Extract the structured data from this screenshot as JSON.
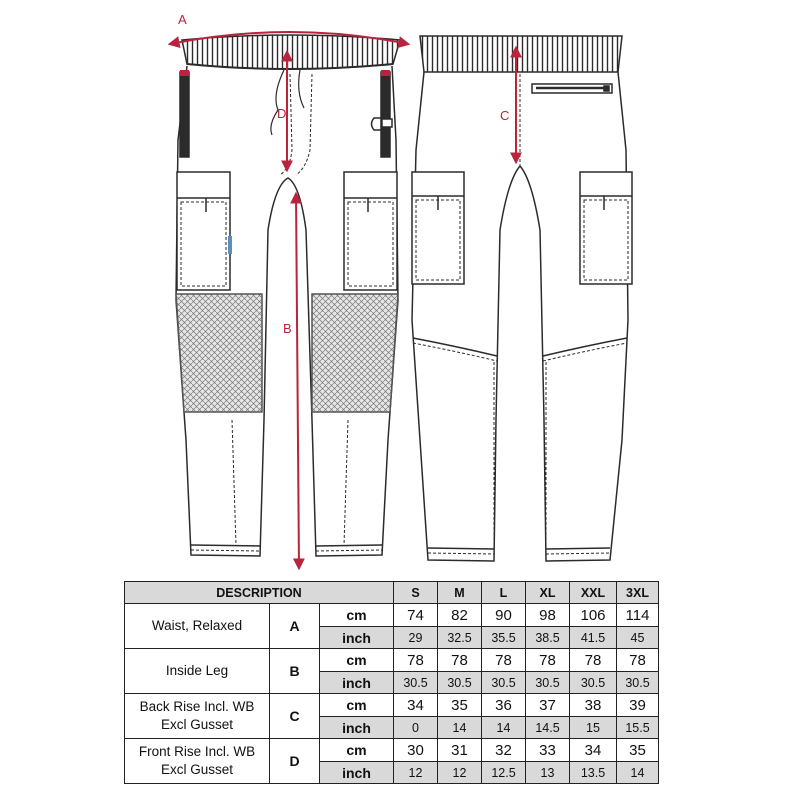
{
  "drawing": {
    "front": {
      "labels": {
        "waist": "A",
        "inside_leg": "B",
        "front_rise": "D"
      }
    },
    "back": {
      "labels": {
        "back_rise": "C"
      }
    },
    "colors": {
      "measure": "#b8243d",
      "outline": "#2b2b2b",
      "panel": "#8c8c8c"
    }
  },
  "table": {
    "header": {
      "description": "DESCRIPTION",
      "sizes": [
        "S",
        "M",
        "L",
        "XL",
        "XXL",
        "3XL"
      ]
    },
    "units": {
      "cm": "cm",
      "inch": "inch"
    },
    "rows": [
      {
        "description": [
          "Waist, Relaxed"
        ],
        "letter": "A",
        "cm": [
          "74",
          "82",
          "90",
          "98",
          "106",
          "114"
        ],
        "inch": [
          "29",
          "32.5",
          "35.5",
          "38.5",
          "41.5",
          "45"
        ]
      },
      {
        "description": [
          "Inside Leg"
        ],
        "letter": "B",
        "cm": [
          "78",
          "78",
          "78",
          "78",
          "78",
          "78"
        ],
        "inch": [
          "30.5",
          "30.5",
          "30.5",
          "30.5",
          "30.5",
          "30.5"
        ]
      },
      {
        "description": [
          "Back Rise Incl. WB",
          "Excl Gusset"
        ],
        "letter": "C",
        "cm": [
          "34",
          "35",
          "36",
          "37",
          "38",
          "39"
        ],
        "inch": [
          "0",
          "14",
          "14",
          "14.5",
          "15",
          "15.5"
        ]
      },
      {
        "description": [
          "Front Rise Incl. WB",
          "Excl Gusset"
        ],
        "letter": "D",
        "cm": [
          "30",
          "31",
          "32",
          "33",
          "34",
          "35"
        ],
        "inch": [
          "12",
          "12",
          "12.5",
          "13",
          "13.5",
          "14"
        ]
      }
    ]
  }
}
